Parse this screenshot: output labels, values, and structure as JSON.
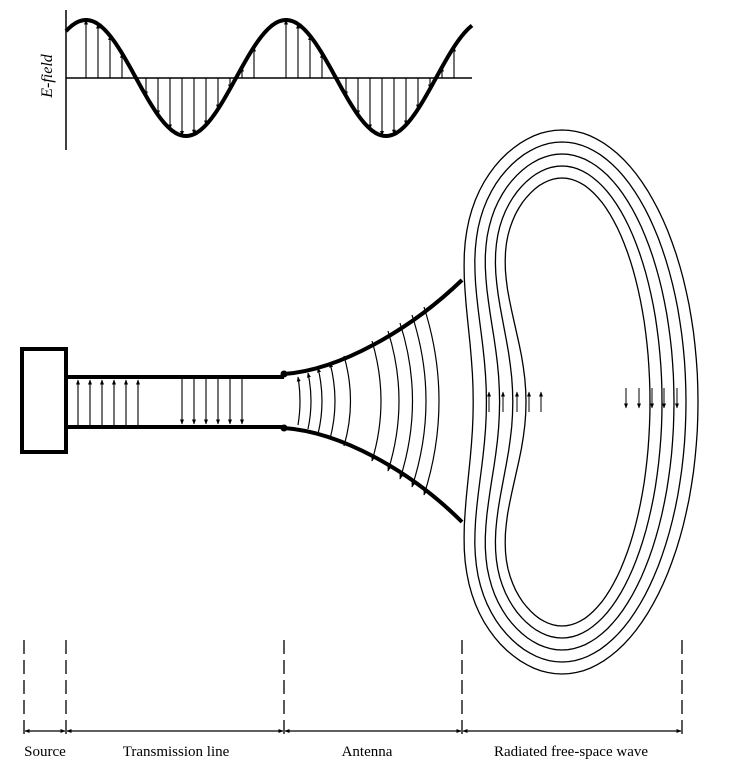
{
  "axis": {
    "ylabel": "E-field"
  },
  "sections": [
    {
      "id": "source",
      "label": "Source"
    },
    {
      "id": "transmission-line",
      "label": "Transmission line"
    },
    {
      "id": "antenna",
      "label": "Antenna"
    },
    {
      "id": "radiated-wave",
      "label": "Radiated free-space wave"
    }
  ],
  "colors": {
    "ink": "#000000",
    "paper": "#ffffff"
  }
}
